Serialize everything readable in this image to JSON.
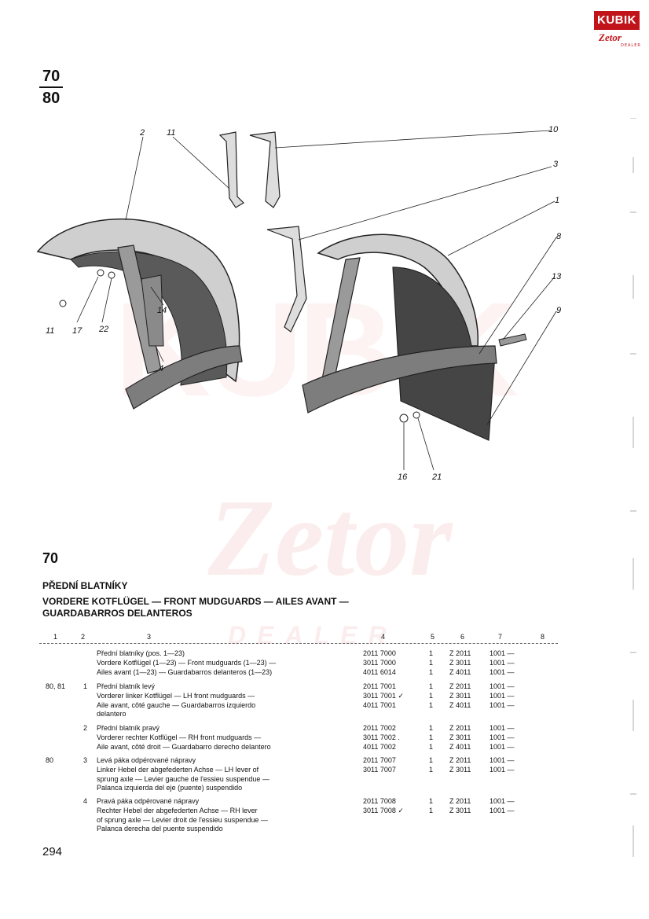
{
  "logo": {
    "brand": "KUBIK",
    "sub": "Zetor",
    "dealer": "DEALER"
  },
  "page_ref": {
    "top": "70",
    "bottom": "80"
  },
  "watermark": {
    "kubik": "KUBIK",
    "zetor": "Zetor",
    "dealer": "DEALER"
  },
  "diagram": {
    "callouts": [
      "2",
      "11",
      "10",
      "3",
      "1",
      "8",
      "13",
      "9",
      "11",
      "17",
      "22",
      "14",
      "4",
      "16",
      "21"
    ]
  },
  "section": {
    "number": "70",
    "title_cz": "PŘEDNÍ BLATNÍKY",
    "title_multi_1": "VORDERE KOTFLÜGEL — FRONT MUDGUARDS — AILES AVANT —",
    "title_multi_2": "GUARDABARROS DELANTEROS"
  },
  "table": {
    "headers": [
      "1",
      "2",
      "3",
      "4",
      "5",
      "6",
      "7",
      "8"
    ],
    "groups": [
      {
        "ref": "",
        "pos": "",
        "lines": [
          {
            "desc": "Přední blatníky (pos. 1—23)",
            "num": "2011 7000",
            "qty": "1",
            "model": "Z 2011",
            "col7": "1001 —"
          },
          {
            "desc": "Vordere Kotflügel (1—23) — Front mudguards (1—23) —",
            "num": "3011 7000",
            "qty": "1",
            "model": "Z 3011",
            "col7": "1001 —"
          },
          {
            "desc": "Ailes avant (1—23) — Guardabarros delanteros (1—23)",
            "num": "4011 6014",
            "qty": "1",
            "model": "Z 4011",
            "col7": "1001 —"
          }
        ]
      },
      {
        "ref": "80, 81",
        "pos": "1",
        "lines": [
          {
            "desc": "Přední blatník levý",
            "num": "2011 7001",
            "qty": "1",
            "model": "Z 2011",
            "col7": "1001 —"
          },
          {
            "desc": "Vorderer linker Kotflügel — LH front mudguards —",
            "num": "3011 7001 ✓",
            "qty": "1",
            "model": "Z 3011",
            "col7": "1001 —"
          },
          {
            "desc": "Aile avant, côté gauche — Guardabarros izquierdo",
            "num": "4011 7001",
            "qty": "1",
            "model": "Z 4011",
            "col7": "1001 —"
          },
          {
            "desc": "delantero",
            "num": "",
            "qty": "",
            "model": "",
            "col7": ""
          }
        ]
      },
      {
        "ref": "",
        "pos": "2",
        "lines": [
          {
            "desc": "Přední blatník pravý",
            "num": "2011 7002",
            "qty": "1",
            "model": "Z 2011",
            "col7": "1001 —"
          },
          {
            "desc": "Vorderer rechter Kotflügel — RH front mudguards —",
            "num": "3011 7002 .",
            "qty": "1",
            "model": "Z 3011",
            "col7": "1001 —"
          },
          {
            "desc": "Aile avant, côté droit — Guardabarro derecho delantero",
            "num": "4011 7002",
            "qty": "1",
            "model": "Z 4011",
            "col7": "1001 —"
          }
        ]
      },
      {
        "ref": "80",
        "pos": "3",
        "lines": [
          {
            "desc": "Levá páka odpérované nápravy",
            "num": "2011 7007",
            "qty": "1",
            "model": "Z 2011",
            "col7": "1001 —"
          },
          {
            "desc": "Linker Hebel der abgefederten Achse — LH lever of",
            "num": "3011 7007",
            "qty": "1",
            "model": "Z 3011",
            "col7": "1001 —"
          },
          {
            "desc": "sprung axle — Levier gauche de l'essieu suspendue —",
            "num": "",
            "qty": "",
            "model": "",
            "col7": ""
          },
          {
            "desc": "Palanca izquierda del eje (puente) suspendido",
            "num": "",
            "qty": "",
            "model": "",
            "col7": ""
          }
        ]
      },
      {
        "ref": "",
        "pos": "4",
        "lines": [
          {
            "desc": "Pravá páka odpérované nápravy",
            "num": "2011 7008",
            "qty": "1",
            "model": "Z 2011",
            "col7": "1001 —"
          },
          {
            "desc": "Rechter Hebel der abgefederten Achse — RH lever",
            "num": "3011 7008 ✓",
            "qty": "1",
            "model": "Z 3011",
            "col7": "1001 —"
          },
          {
            "desc": "of sprung axle — Levier droit de l'essieu suspendue —",
            "num": "",
            "qty": "",
            "model": "",
            "col7": ""
          },
          {
            "desc": "Palanca derecha del puente suspendido",
            "num": "",
            "qty": "",
            "model": "",
            "col7": ""
          }
        ]
      }
    ]
  },
  "footer": {
    "page_number": "294"
  }
}
